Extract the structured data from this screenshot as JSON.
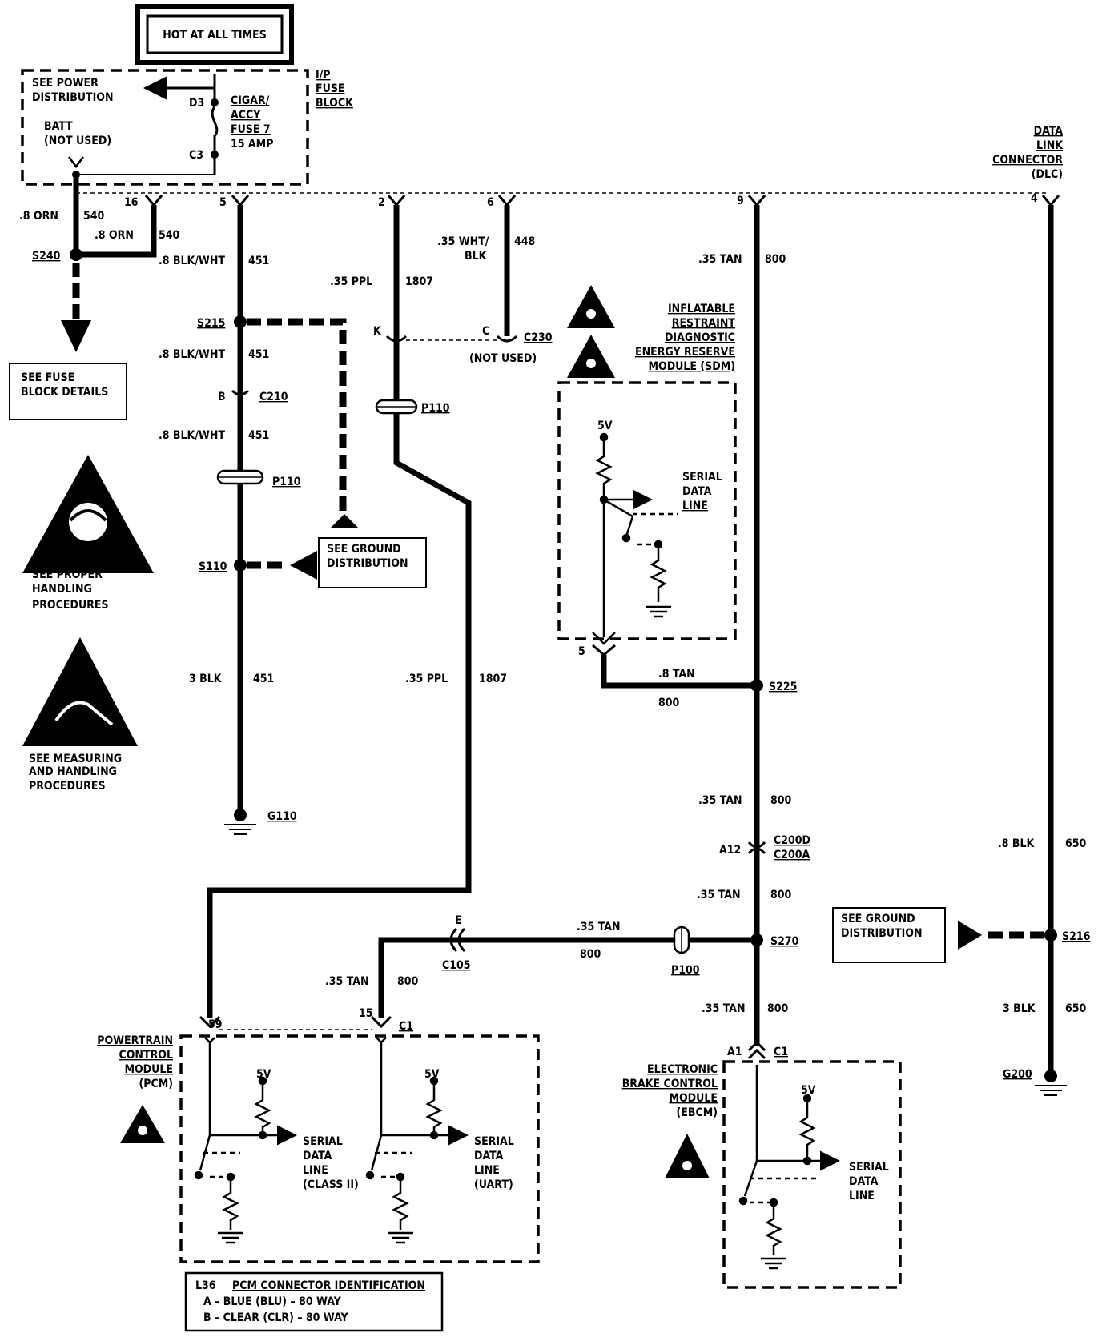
{
  "hot_label": "HOT AT ALL TIMES",
  "fuse_block": {
    "title_1": "I/P",
    "title_2": "FUSE",
    "title_3": "BLOCK",
    "see_power_1": "SEE POWER",
    "see_power_2": "DISTRIBUTION",
    "d3": "D3",
    "c3": "C3",
    "fuse_1": "CIGAR/",
    "fuse_2": "ACCY",
    "fuse_3": "FUSE 7",
    "fuse_amp": "15 AMP",
    "batt_1": "BATT",
    "batt_2": "(NOT USED)"
  },
  "dlc": {
    "l1": "DATA",
    "l2": "LINK",
    "l3": "CONNECTOR",
    "l4": "(DLC)"
  },
  "pins": {
    "p16": "16",
    "p5": "5",
    "p2": "2",
    "p6": "6",
    "p9": "9",
    "p4": "4",
    "sdm5": "5",
    "pcm59": "59",
    "pcm15": "15",
    "pcm_c1": "C1",
    "ebcm_a1": "A1",
    "ebcm_c1": "C1"
  },
  "wires": {
    "w540a": ".8 ORN",
    "w540a_num": "540",
    "w540b": ".8 ORN",
    "w540b_num": "540",
    "w451a": ".8 BLK/WHT",
    "w451a_num": "451",
    "w451b": ".8 BLK/WHT",
    "w451b_num": "451",
    "w451c": ".8 BLK/WHT",
    "w451c_num": "451",
    "w451d": "3 BLK",
    "w451d_num": "451",
    "w1807a": ".35 PPL",
    "w1807a_num": "1807",
    "w1807b": ".35 PPL",
    "w1807b_num": "1807",
    "w448a": ".35 WHT/",
    "w448b": "BLK",
    "w448_num": "448",
    "w800a": ".35 TAN",
    "w800a_num": "800",
    "w800sdm": ".8 TAN",
    "w800sdm_num": "800",
    "w800b": ".35 TAN",
    "w800b_num": "800",
    "w800c": ".35 TAN",
    "w800c_num": "800",
    "w800d": ".35 TAN",
    "w800d_num": "800",
    "w800e": ".35 TAN",
    "w800e_num": "800",
    "w800f": ".35 TAN",
    "w800f_num": "800",
    "w650a": ".8 BLK",
    "w650a_num": "650",
    "w650b": "3 BLK",
    "w650b_num": "650"
  },
  "splices": {
    "s240": "S240",
    "s215": "S215",
    "s110": "S110",
    "s225": "S225",
    "s270": "S270",
    "s216": "S216"
  },
  "grounds": {
    "g110": "G110",
    "g200": "G200"
  },
  "conn": {
    "c210_pin": "B",
    "c210": "C210",
    "p110a": "P110",
    "p110b": "P110",
    "k": "K",
    "c230_pin": "C",
    "c230": "C230",
    "not_used": "(NOT USED)",
    "a12": "A12",
    "c200d": "C200D",
    "c200a": "C200A",
    "c105_pin": "E",
    "c105": "C105",
    "p100": "P100"
  },
  "boxes": {
    "fuse_details_1": "SEE FUSE",
    "fuse_details_2": "BLOCK DETAILS",
    "ground_dist_1": "SEE GROUND",
    "ground_dist_2": "DISTRIBUTION"
  },
  "sdm": {
    "t1": "INFLATABLE",
    "t2": "RESTRAINT",
    "t3": "DIAGNOSTIC",
    "t4": "ENERGY RESERVE",
    "t5": "MODULE (SDM)",
    "v5": "5V",
    "s1": "SERIAL",
    "s2": "DATA",
    "s3": "LINE"
  },
  "warnings": {
    "handling_1": "SEE PROPER",
    "handling_2": "HANDLING",
    "handling_3": "PROCEDURES",
    "measuring_1": "SEE MEASURING",
    "measuring_2": "AND HANDLING",
    "measuring_3": "PROCEDURES"
  },
  "pcm": {
    "t1": "POWERTRAIN",
    "t2": "CONTROL",
    "t3": "MODULE",
    "t4": "(PCM)",
    "v5a": "5V",
    "v5b": "5V",
    "sa1": "SERIAL",
    "sa2": "DATA",
    "sa3": "LINE",
    "sa4": "(CLASS II)",
    "sb1": "SERIAL",
    "sb2": "DATA",
    "sb3": "LINE",
    "sb4": "(UART)"
  },
  "l36": {
    "code": "L36",
    "title": "PCM CONNECTOR IDENTIFICATION",
    "row_a": "A  –  BLUE (BLU)  –  80 WAY",
    "row_b": "B  –  CLEAR (CLR)  –  80 WAY"
  },
  "ebcm": {
    "t1": "ELECTRONIC",
    "t2": "BRAKE CONTROL",
    "t3": "MODULE",
    "t4": "(EBCM)",
    "v5": "5V",
    "s1": "SERIAL",
    "s2": "DATA",
    "s3": "LINE"
  }
}
